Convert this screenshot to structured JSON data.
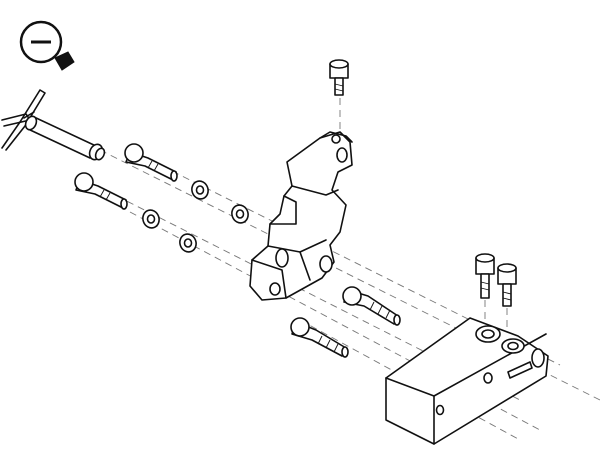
{
  "toolbar": {
    "zoom_out": {
      "icon": "zoom-out-icon"
    }
  },
  "colors": {
    "line": "#111111",
    "background": "#ffffff",
    "axis_dash": "#777777"
  },
  "diagram": {
    "type": "exploded-assembly",
    "parts": [
      "hex-key",
      "pin",
      "cap-screw",
      "washer",
      "bracket",
      "clamp-block"
    ]
  }
}
